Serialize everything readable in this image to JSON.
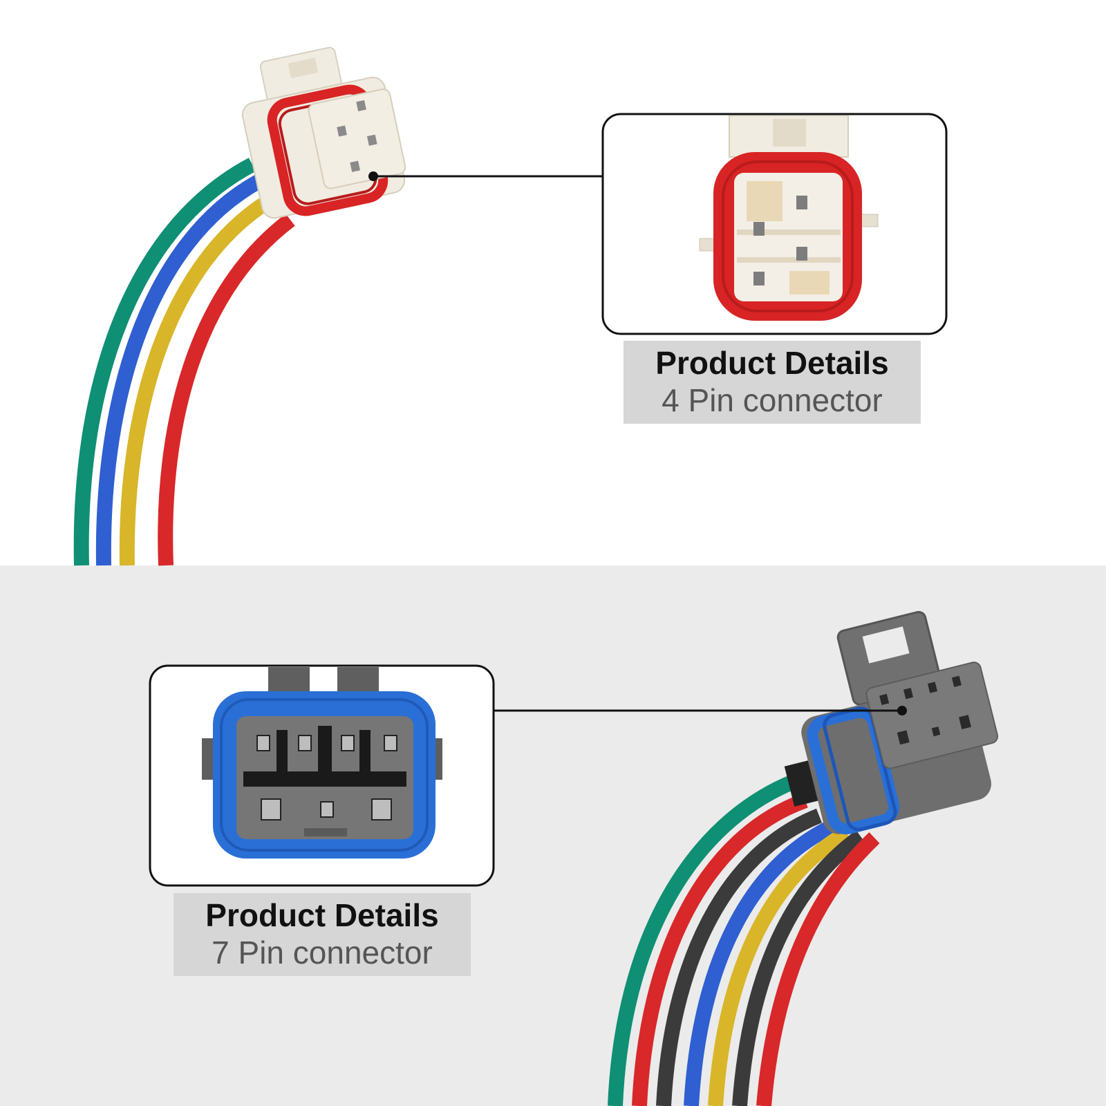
{
  "product": {
    "connector_4pin": {
      "title": "Product Details",
      "description": "4 Pin connector"
    },
    "connector_7pin": {
      "title": "Product Details",
      "description": "7 Pin connector"
    }
  },
  "colors": {
    "bottom_background": "#ebebeb",
    "caption_background": "#d6d6d6",
    "wire_green": "#0f8f73",
    "wire_blue": "#2f5fd0",
    "wire_yellow": "#d9b52a",
    "wire_red": "#d8282a",
    "wire_black": "#3b3b3b",
    "seal_red": "#d82424",
    "seal_blue": "#2a6fd6",
    "housing_white": "#f1ece1",
    "housing_gray": "#6e6e6e"
  }
}
